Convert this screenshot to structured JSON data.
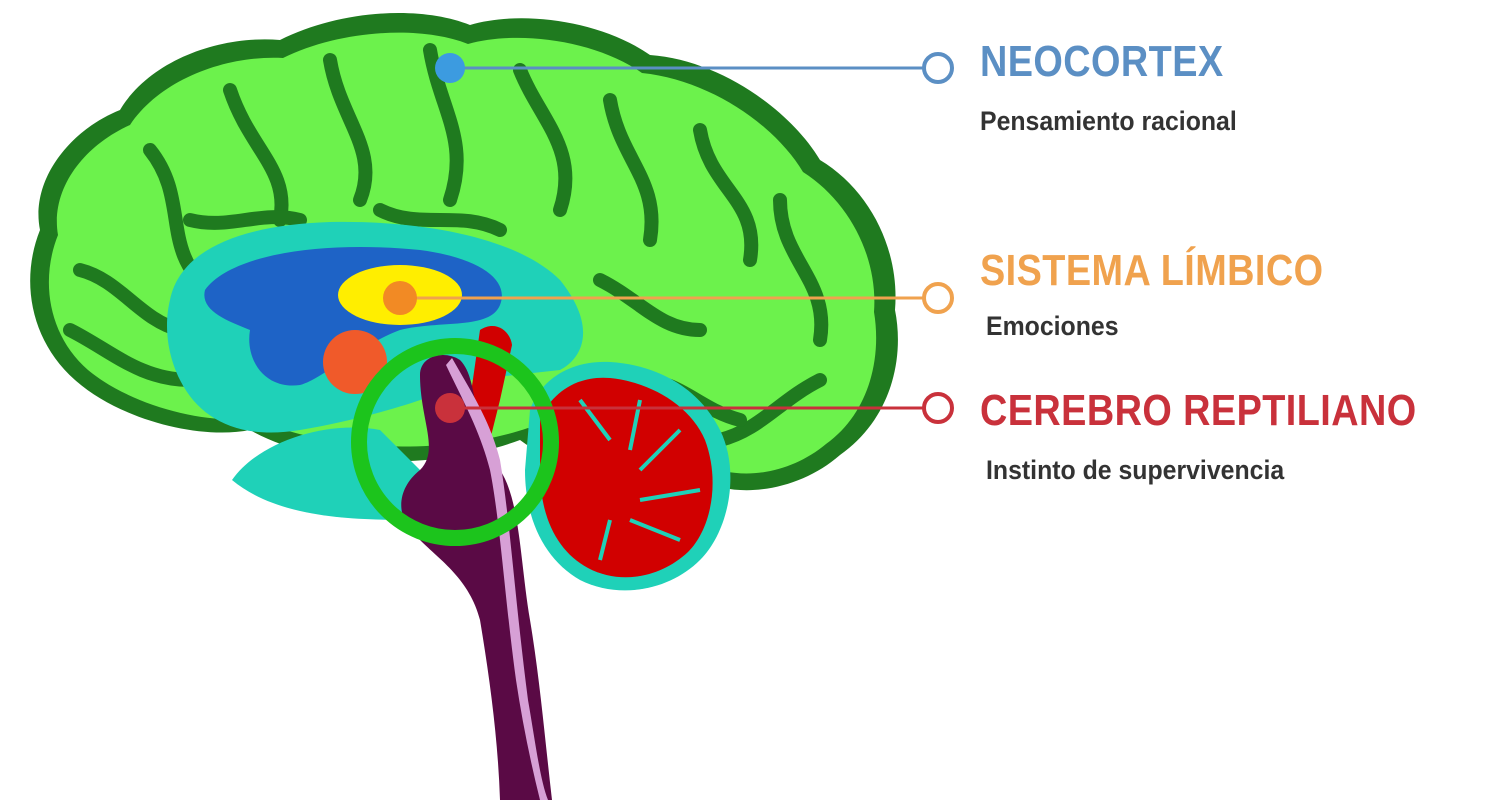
{
  "labels": [
    {
      "title": "NEOCORTEX",
      "description": "Pensamiento racional",
      "color": "#5b8fc4"
    },
    {
      "title": "SISTEMA LÍMBICO",
      "description": "Emociones",
      "color": "#f0a24e"
    },
    {
      "title": "CEREBRO REPTILIANO",
      "description": "Instinto de supervivencia",
      "color": "#c9313b"
    }
  ],
  "colors": {
    "cortex_fill": "#6cf24c",
    "cortex_sulci": "#1f7a1f",
    "inner_region": "#1fd1b8",
    "corpus_callosum": "#1e63c6",
    "thalamus": "#ffee00",
    "amygdala": "#f05a2a",
    "cerebellum": "#d10000",
    "brainstem": "#5a0a45",
    "spinal_stripe": "#d7a0d6",
    "highlight_circle": "#1cc41c"
  }
}
